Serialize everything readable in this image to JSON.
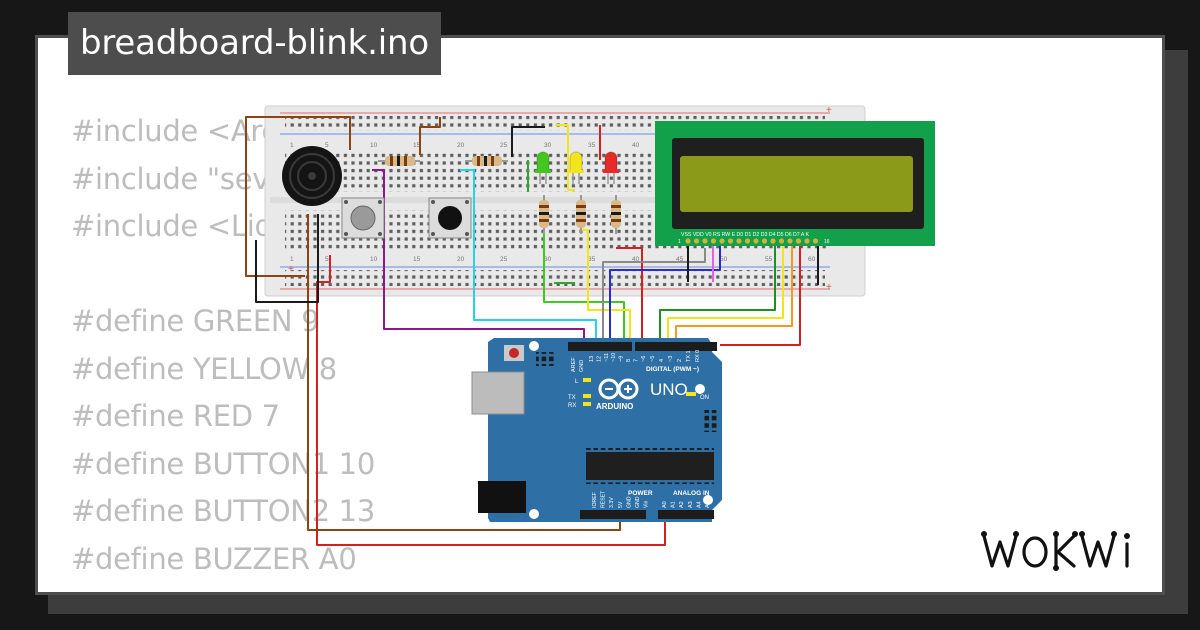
{
  "title": "breadboard-blink.ino",
  "code_lines": [
    "#include <Arduino.h>",
    "#include \"sevenseg.h\"",
    "#include <LiquidCrystal.h>",
    "",
    "#define GREEN 9",
    "#define YELLOW 8",
    "#define RED 7",
    "#define BUTTON1 10",
    "#define BUTTON2 13",
    "#define BUZZER A0"
  ],
  "breadboard": {
    "column_numbers": [
      "1",
      "5",
      "10",
      "15",
      "20",
      "25",
      "30",
      "35",
      "40",
      "45",
      "50",
      "55",
      "60"
    ],
    "rail_plus": "+",
    "rail_minus": "−"
  },
  "lcd": {
    "pin_labels": "VSS VDD V0 RS RW E D0 D1 D2 D3 D4 D5 D6 D7 A K",
    "pin_first": "1",
    "pin_last": "16",
    "screen_color": "#8c9a1a"
  },
  "arduino": {
    "model": "UNO",
    "brand": "ARDUINO",
    "digital_label": "DIGITAL (PWM ~)",
    "on_label": "ON",
    "tx_label": "TX",
    "rx_label": "RX",
    "l_label": "L",
    "aref_label": "AREF",
    "gnd_label": "GND",
    "digital_pins": [
      "13",
      "12",
      "~11",
      "~10",
      "~9",
      "8",
      "7",
      "~6",
      "~5",
      "4",
      "~3",
      "2",
      "TX 1",
      "RX 0"
    ],
    "power_label": "POWER",
    "analog_label": "ANALOG IN",
    "power_pins": [
      "IOREF",
      "RESET",
      "3.3V",
      "5V",
      "GND",
      "GND",
      "Vin"
    ],
    "analog_pins": [
      "A0",
      "A1",
      "A2",
      "A3",
      "A4",
      "A5"
    ],
    "board_color": "#2e6fa6"
  },
  "leds": {
    "colors": [
      "#43c61f",
      "#f2e51b",
      "#e72b2b"
    ]
  },
  "logo_text": "WOKWI",
  "colors": {
    "background": "#171717",
    "card": "#ffffff",
    "code_text": "#bdbdbd",
    "title_bg": "#4d4d4d"
  }
}
